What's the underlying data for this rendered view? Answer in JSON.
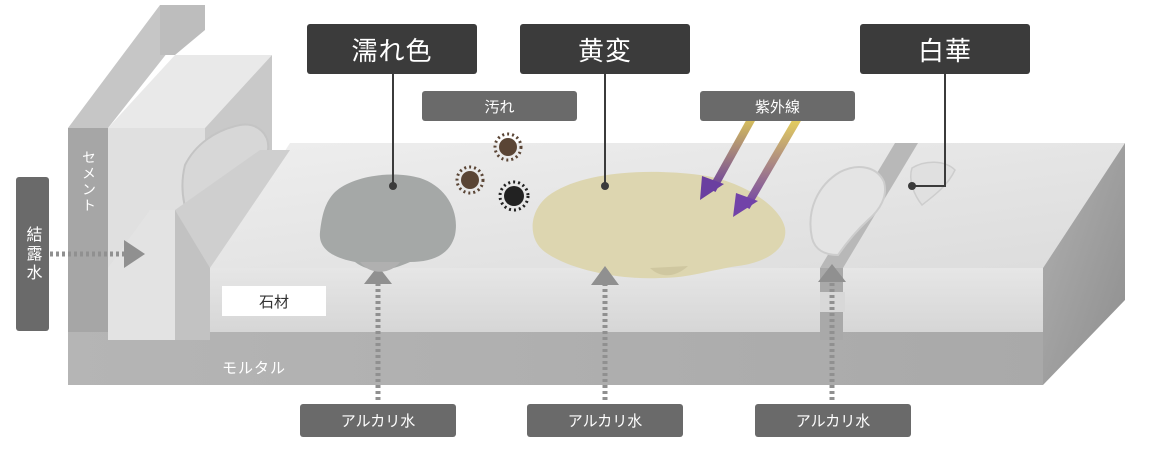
{
  "labels": {
    "wet_color": "濡れ色",
    "yellowing": "黄変",
    "efflorescence": "白華",
    "stain": "汚れ",
    "uv": "紫外線",
    "cement": "セメント",
    "condensation": "結露水",
    "stone": "石材",
    "mortar": "モルタル",
    "alkaline_water": [
      "アルカリ水",
      "アルカリ水",
      "アルカリ水"
    ]
  },
  "colors": {
    "label_dark": "#3b3b3b",
    "label_mid": "#6a6a6a",
    "uv_arrow": "#6a3fa0",
    "stain_dark": "#222222",
    "stain_brown": "#5a4535",
    "yellow_patch": "#ddd6b0",
    "wet_patch": "#a5a8a7"
  },
  "icons": [
    "arrow-right-icon",
    "arrow-up-icon",
    "uv-arrow-icon",
    "dirt-particle-icon"
  ]
}
